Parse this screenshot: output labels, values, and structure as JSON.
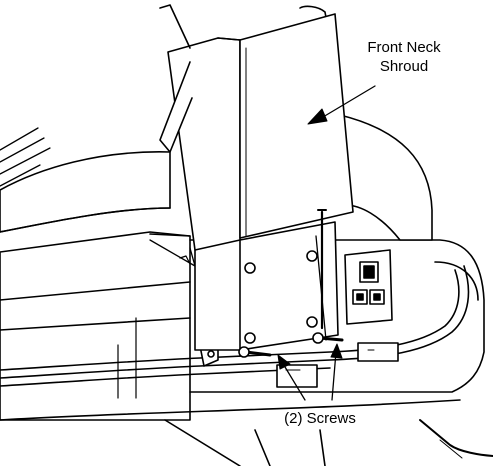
{
  "labels": {
    "front_neck_shroud": [
      "Front Neck",
      "Shroud"
    ],
    "screws": "(2) Screws"
  },
  "colors": {
    "line": "#000000",
    "background": "#ffffff",
    "shade": "#e6e6e6"
  }
}
